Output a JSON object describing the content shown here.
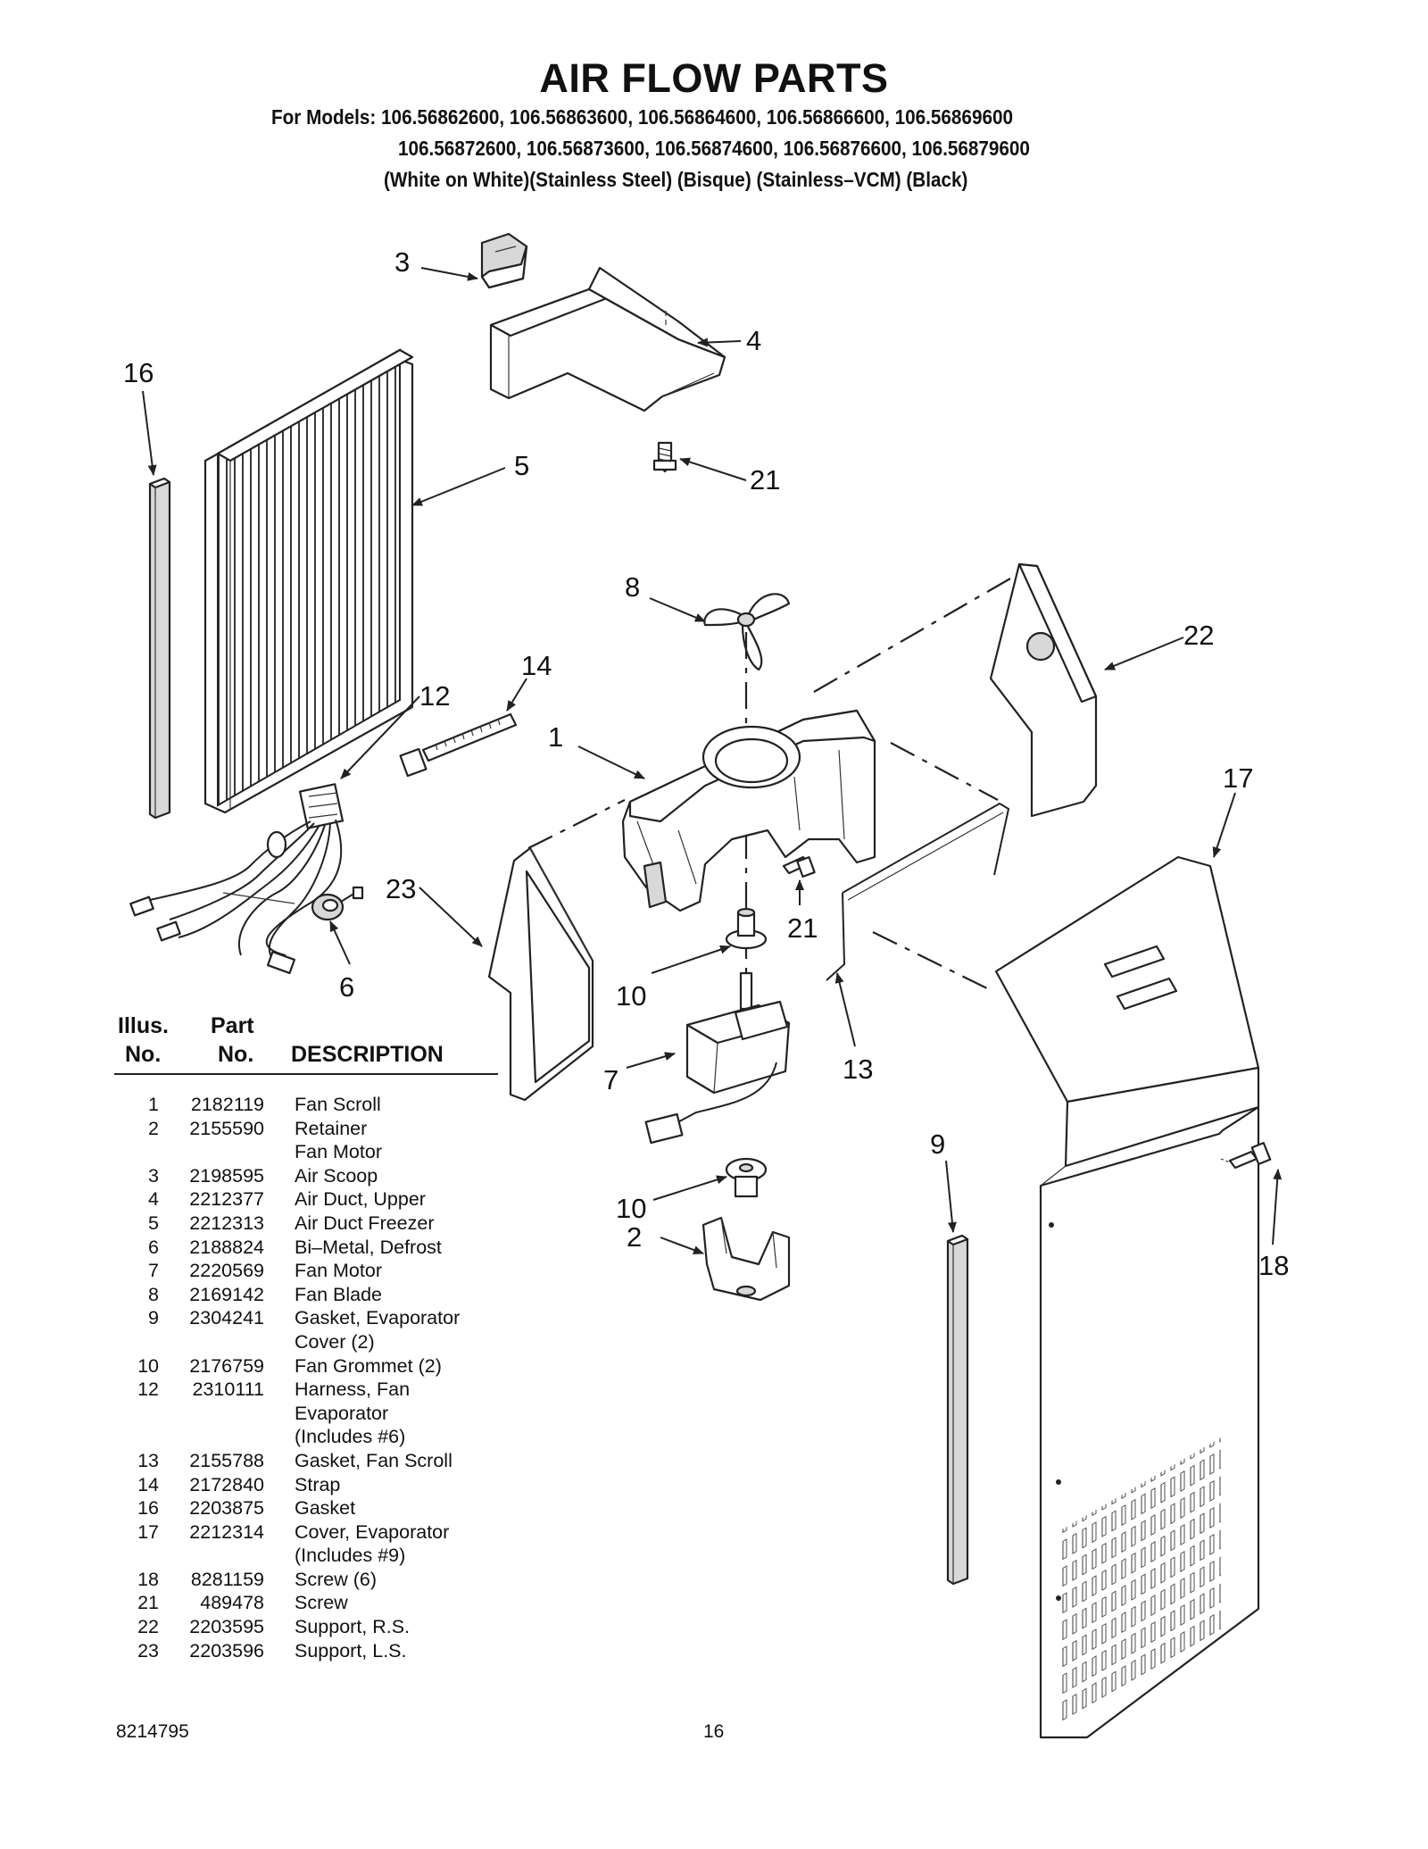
{
  "header": {
    "title": "AIR FLOW PARTS",
    "models_line1": "For Models: 106.56862600, 106.56863600, 106.56864600, 106.56866600, 106.56869600",
    "models_line2": "106.56872600, 106.56873600, 106.56874600, 106.56876600, 106.56879600",
    "models_line3": "(White on White)(Stainless Steel) (Bisque)     (Stainless–VCM)       (Black)"
  },
  "callouts": {
    "c1": "1",
    "c2": "2",
    "c3": "3",
    "c4": "4",
    "c5": "5",
    "c6": "6",
    "c7": "7",
    "c8": "8",
    "c9": "9",
    "c10a": "10",
    "c10b": "10",
    "c12": "12",
    "c13": "13",
    "c14": "14",
    "c16": "16",
    "c17": "17",
    "c18": "18",
    "c21a": "21",
    "c21b": "21",
    "c22": "22",
    "c23": "23"
  },
  "table": {
    "col_illus_1": "Illus.",
    "col_illus_2": "No.",
    "col_part_1": "Part",
    "col_part_2": "No.",
    "col_desc": "DESCRIPTION",
    "rows": [
      {
        "no": "1",
        "part": "2182119",
        "desc": "Fan Scroll"
      },
      {
        "no": "2",
        "part": "2155590",
        "desc": "Retainer\nFan Motor"
      },
      {
        "no": "3",
        "part": "2198595",
        "desc": "Air Scoop"
      },
      {
        "no": "4",
        "part": "2212377",
        "desc": "Air Duct, Upper"
      },
      {
        "no": "5",
        "part": "2212313",
        "desc": "Air Duct Freezer"
      },
      {
        "no": "6",
        "part": "2188824",
        "desc": "Bi–Metal, Defrost"
      },
      {
        "no": "7",
        "part": "2220569",
        "desc": "Fan Motor"
      },
      {
        "no": "8",
        "part": "2169142",
        "desc": "Fan Blade"
      },
      {
        "no": "9",
        "part": "2304241",
        "desc": "Gasket, Evaporator\nCover (2)"
      },
      {
        "no": "10",
        "part": "2176759",
        "desc": "Fan Grommet (2)"
      },
      {
        "no": "12",
        "part": "2310111",
        "desc": "Harness, Fan\nEvaporator\n(Includes #6)"
      },
      {
        "no": "13",
        "part": "2155788",
        "desc": "Gasket, Fan Scroll"
      },
      {
        "no": "14",
        "part": "2172840",
        "desc": "Strap"
      },
      {
        "no": "16",
        "part": "2203875",
        "desc": "Gasket"
      },
      {
        "no": "17",
        "part": "2212314",
        "desc": "Cover, Evaporator\n(Includes #9)"
      },
      {
        "no": "18",
        "part": "8281159",
        "desc": "Screw (6)"
      },
      {
        "no": "21",
        "part": "489478",
        "desc": "Screw"
      },
      {
        "no": "22",
        "part": "2203595",
        "desc": "Support, R.S."
      },
      {
        "no": "23",
        "part": "2203596",
        "desc": "Support, L.S."
      }
    ]
  },
  "footer": {
    "doc_number": "8214795",
    "page_number": "16"
  }
}
